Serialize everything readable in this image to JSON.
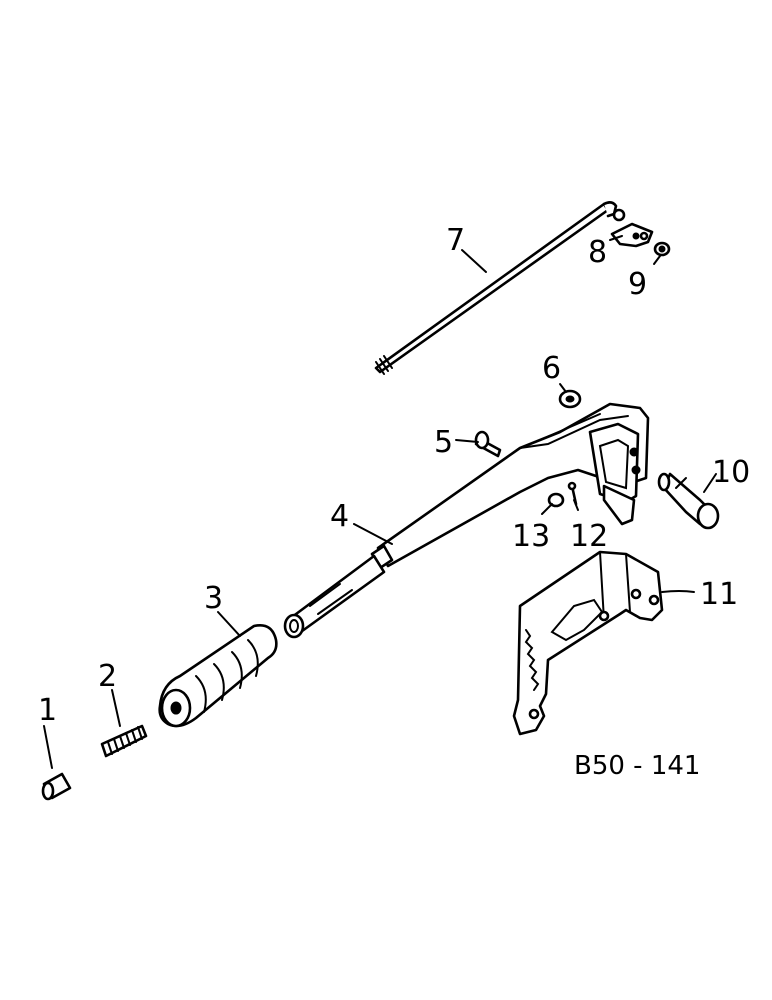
{
  "diagram": {
    "reference_code": "B50 - 141",
    "callouts": [
      {
        "id": "1",
        "label": "1",
        "part": "sleeve"
      },
      {
        "id": "2",
        "label": "2",
        "part": "threaded-stud"
      },
      {
        "id": "3",
        "label": "3",
        "part": "grip-handle"
      },
      {
        "id": "4",
        "label": "4",
        "part": "lever-arm"
      },
      {
        "id": "5",
        "label": "5",
        "part": "bolt"
      },
      {
        "id": "6",
        "label": "6",
        "part": "nut"
      },
      {
        "id": "7",
        "label": "7",
        "part": "rod"
      },
      {
        "id": "8",
        "label": "8",
        "part": "clip"
      },
      {
        "id": "9",
        "label": "9",
        "part": "spring-pin"
      },
      {
        "id": "10",
        "label": "10",
        "part": "pivot-pin"
      },
      {
        "id": "11",
        "label": "11",
        "part": "ratchet-bracket"
      },
      {
        "id": "12",
        "label": "12",
        "part": "cotter-pin"
      },
      {
        "id": "13",
        "label": "13",
        "part": "washer"
      }
    ]
  }
}
